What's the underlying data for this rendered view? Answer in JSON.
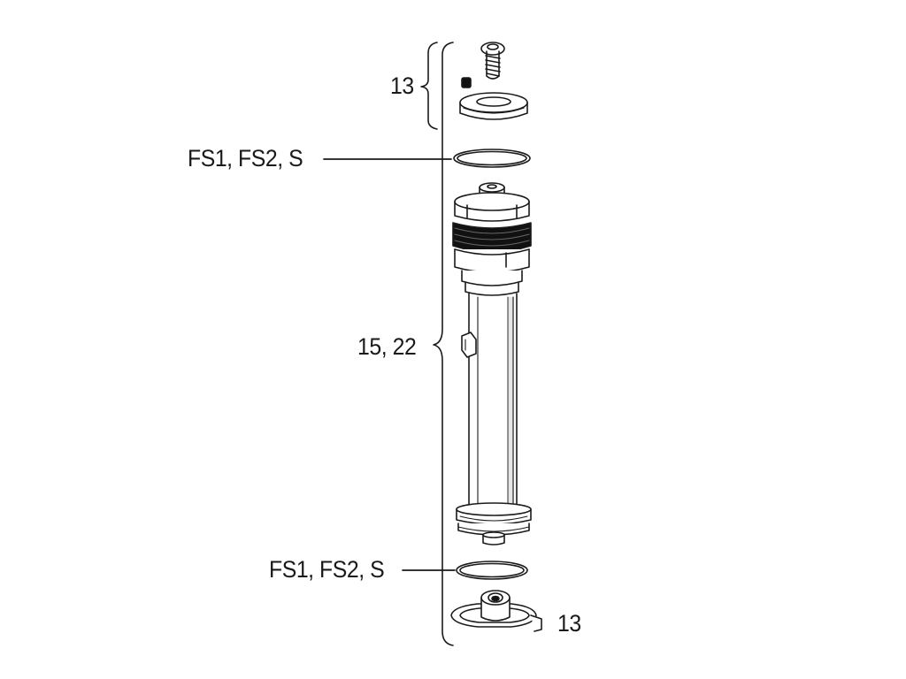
{
  "labels": {
    "top_bracket": "13",
    "top_oring": "FS1, FS2, S",
    "cartridge": "15, 22",
    "bottom_oring": "FS1, FS2, S",
    "bottom_clip": "13"
  },
  "colors": {
    "line": "#1a1a1a",
    "part_fill": "#ffffff",
    "shade": "#d9d9d9",
    "dark": "#111111"
  }
}
